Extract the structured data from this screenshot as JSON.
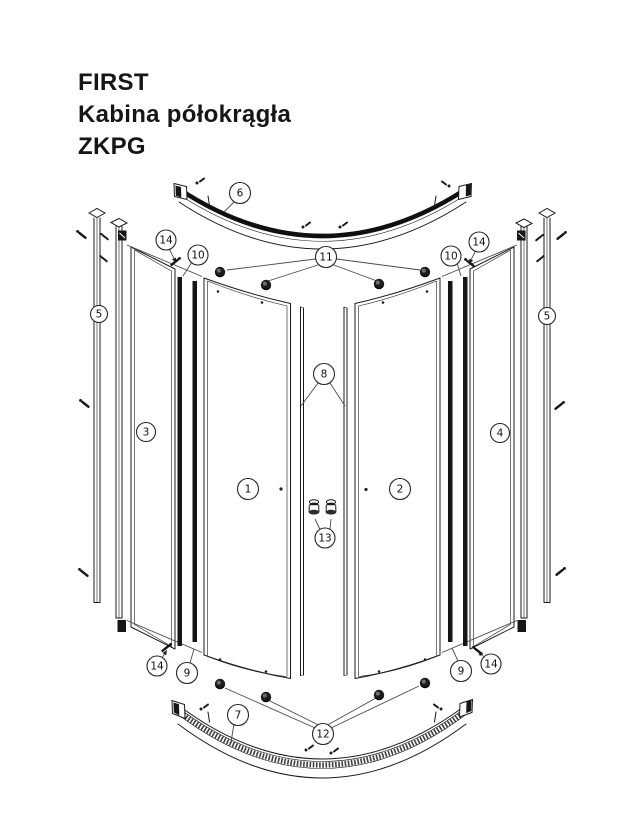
{
  "title": {
    "line1": "FIRST",
    "line2": "Kabina półokrągła",
    "line3": "ZKPG"
  },
  "colors": {
    "ink": "#1a1a1a",
    "paper": "#ffffff"
  },
  "callouts": {
    "c1": "1",
    "c2": "2",
    "c3": "3",
    "c4": "4",
    "c5_left": "5",
    "c5_right": "5",
    "c6": "6",
    "c7": "7",
    "c8": "8",
    "c9_left": "9",
    "c9_right": "9",
    "c10_left": "10",
    "c10_right": "10",
    "c11": "11",
    "c12": "12",
    "c13": "13",
    "c14_top_left": "14",
    "c14_top_right": "14",
    "c14_bottom_left": "14",
    "c14_bottom_right": "14"
  }
}
